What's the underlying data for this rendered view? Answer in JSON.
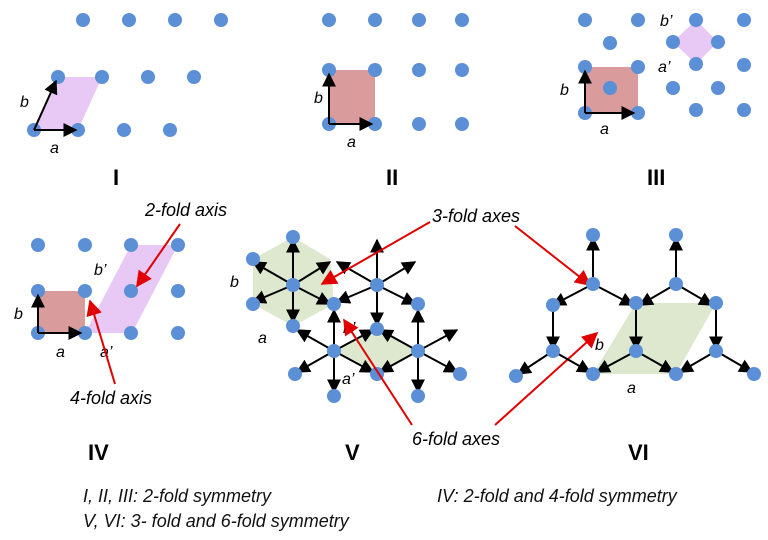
{
  "colors": {
    "lattice_point": "#5b8fd6",
    "square_cell": "#d99b9b",
    "oblique_cell": "#e8c8f5",
    "hex_cell": "#dde8cf",
    "annotation_arrow": "#e00000",
    "vector": "#000000"
  },
  "panels": {
    "I": {
      "numeral": "I",
      "a": "a",
      "b": "b"
    },
    "II": {
      "numeral": "II",
      "a": "a",
      "b": "b"
    },
    "III": {
      "numeral": "III",
      "a": "a",
      "b": "b",
      "a_prime": "a’",
      "b_prime": "b’"
    },
    "IV": {
      "numeral": "IV",
      "a": "a",
      "b": "b",
      "a_prime": "a’",
      "b_prime": "b’"
    },
    "V": {
      "numeral": "V",
      "a": "a",
      "b": "b",
      "a_prime": "a’",
      "b_prime": "b’"
    },
    "VI": {
      "numeral": "VI",
      "a": "a",
      "b": "b"
    }
  },
  "annotations": {
    "two_fold_axis": "2-fold axis",
    "four_fold_axis": "4-fold axis",
    "three_fold_axes": "3-fold axes",
    "six_fold_axes": "6-fold axes"
  },
  "captions": {
    "line1": "I, II, III: 2-fold symmetry",
    "line2": "V, VI: 3- fold and 6-fold symmetry",
    "line3": "IV: 2-fold and 4-fold symmetry"
  }
}
